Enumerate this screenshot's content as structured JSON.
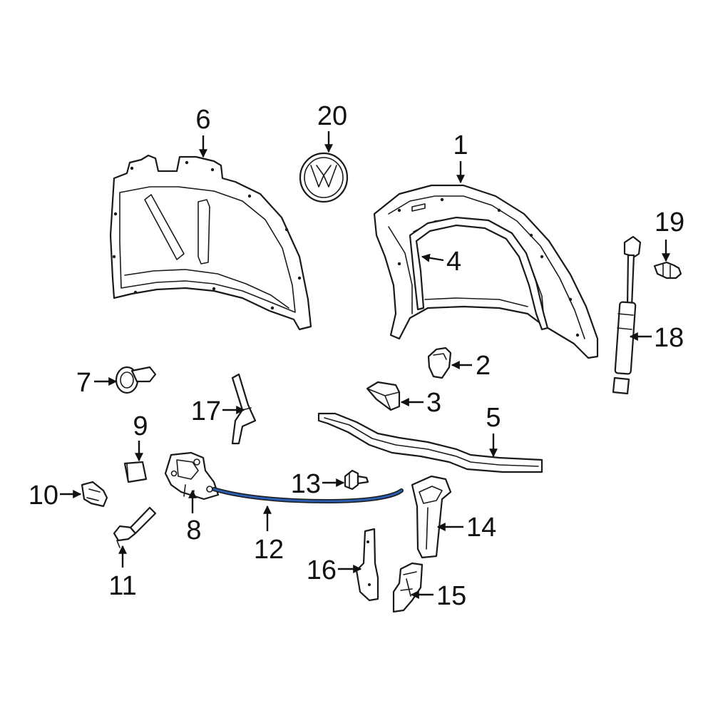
{
  "diagram": {
    "highlight_color": "#2a5db0",
    "line_color": "#1a1a1a",
    "callouts": [
      {
        "id": "c1",
        "label": "1"
      },
      {
        "id": "c2",
        "label": "2"
      },
      {
        "id": "c3",
        "label": "3"
      },
      {
        "id": "c4",
        "label": "4"
      },
      {
        "id": "c5",
        "label": "5"
      },
      {
        "id": "c6",
        "label": "6"
      },
      {
        "id": "c7",
        "label": "7"
      },
      {
        "id": "c8",
        "label": "8"
      },
      {
        "id": "c9",
        "label": "9"
      },
      {
        "id": "c10",
        "label": "10"
      },
      {
        "id": "c11",
        "label": "11"
      },
      {
        "id": "c12",
        "label": "12"
      },
      {
        "id": "c13",
        "label": "13"
      },
      {
        "id": "c14",
        "label": "14"
      },
      {
        "id": "c15",
        "label": "15"
      },
      {
        "id": "c16",
        "label": "16"
      },
      {
        "id": "c17",
        "label": "17"
      },
      {
        "id": "c18",
        "label": "18"
      },
      {
        "id": "c19",
        "label": "19"
      },
      {
        "id": "c20",
        "label": "20"
      }
    ],
    "parts": [
      {
        "callout": "1",
        "name": "hood-panel",
        "highlighted": false
      },
      {
        "callout": "2",
        "name": "bumper",
        "highlighted": false
      },
      {
        "callout": "3",
        "name": "bumper",
        "highlighted": false
      },
      {
        "callout": "4",
        "name": "seal",
        "highlighted": false
      },
      {
        "callout": "5",
        "name": "seal",
        "highlighted": false
      },
      {
        "callout": "6",
        "name": "insulation",
        "highlighted": false
      },
      {
        "callout": "7",
        "name": "clip",
        "highlighted": false
      },
      {
        "callout": "8",
        "name": "latch",
        "highlighted": false
      },
      {
        "callout": "9",
        "name": "cover",
        "highlighted": false
      },
      {
        "callout": "10",
        "name": "bracket",
        "highlighted": false
      },
      {
        "callout": "11",
        "name": "pin",
        "highlighted": false
      },
      {
        "callout": "12",
        "name": "release-cable",
        "highlighted": true
      },
      {
        "callout": "13",
        "name": "clip",
        "highlighted": false
      },
      {
        "callout": "14",
        "name": "handle",
        "highlighted": false
      },
      {
        "callout": "15",
        "name": "bracket",
        "highlighted": false
      },
      {
        "callout": "16",
        "name": "bracket",
        "highlighted": false
      },
      {
        "callout": "17",
        "name": "bracket",
        "highlighted": false
      },
      {
        "callout": "18",
        "name": "lift-support",
        "highlighted": false
      },
      {
        "callout": "19",
        "name": "stud",
        "highlighted": false
      },
      {
        "callout": "20",
        "name": "emblem",
        "highlighted": false
      }
    ]
  }
}
